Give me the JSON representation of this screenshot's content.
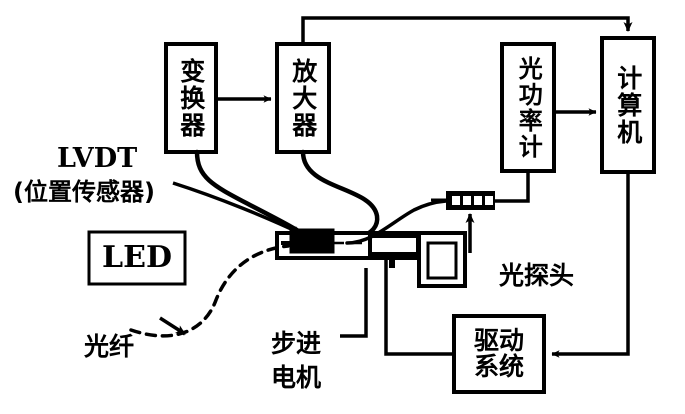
{
  "figure": {
    "type": "block-diagram",
    "description": "optical fiber displacement measurement experimental setup block diagram",
    "line_color": "#000000",
    "background_color": "#ffffff"
  },
  "blocks": {
    "converter": {
      "label": "变换器",
      "orientation": "vertical"
    },
    "amplifier": {
      "label": "放大器",
      "orientation": "vertical"
    },
    "optical_power_meter": {
      "label": "光功率计",
      "orientation": "vertical"
    },
    "computer": {
      "label": "计算机",
      "orientation": "vertical"
    },
    "drive_system": {
      "label": "驱动系统",
      "orientation": "two-line"
    },
    "led": {
      "label": "LED",
      "orientation": "latin"
    }
  },
  "labels": {
    "lvdt_name": "LVDT",
    "lvdt_cn": "(位置传感器)",
    "optical_fiber": "光纤",
    "stepper_motor_line1": "步进",
    "stepper_motor_line2": "电机",
    "optical_probe": "光探头"
  },
  "apparatus": {
    "bench_name": "optical-bench-rail",
    "lvdt_block_name": "lvdt-sensor-block",
    "carriage_name": "motor-carriage",
    "sample_frame_name": "sample-holder-frame",
    "probe_connector_name": "optical-probe-connector",
    "probe_connector_cells": 4
  },
  "connections": [
    {
      "from": "converter",
      "to": "amplifier",
      "style": "solid-arrow"
    },
    {
      "from": "amplifier",
      "to": "computer",
      "style": "solid-arrow-top-route"
    },
    {
      "from": "optical_power_meter",
      "to": "computer",
      "style": "solid-arrow"
    },
    {
      "from": "computer",
      "to": "drive_system",
      "style": "solid-arrow-right-route"
    },
    {
      "from": "drive_system",
      "to": "stepper_motor",
      "style": "solid-line-bottom-route"
    },
    {
      "from": "probe_connector",
      "to": "optical_power_meter",
      "style": "solid-line"
    },
    {
      "from": "lvdt_block",
      "to": "converter",
      "style": "curved-cable"
    },
    {
      "from": "lvdt_block",
      "to": "amplifier",
      "style": "curved-cable"
    },
    {
      "from": "led",
      "to": "lvdt_block",
      "style": "dashed-fiber"
    },
    {
      "from": "bench",
      "to": "probe_connector",
      "style": "fiber-curve"
    }
  ]
}
